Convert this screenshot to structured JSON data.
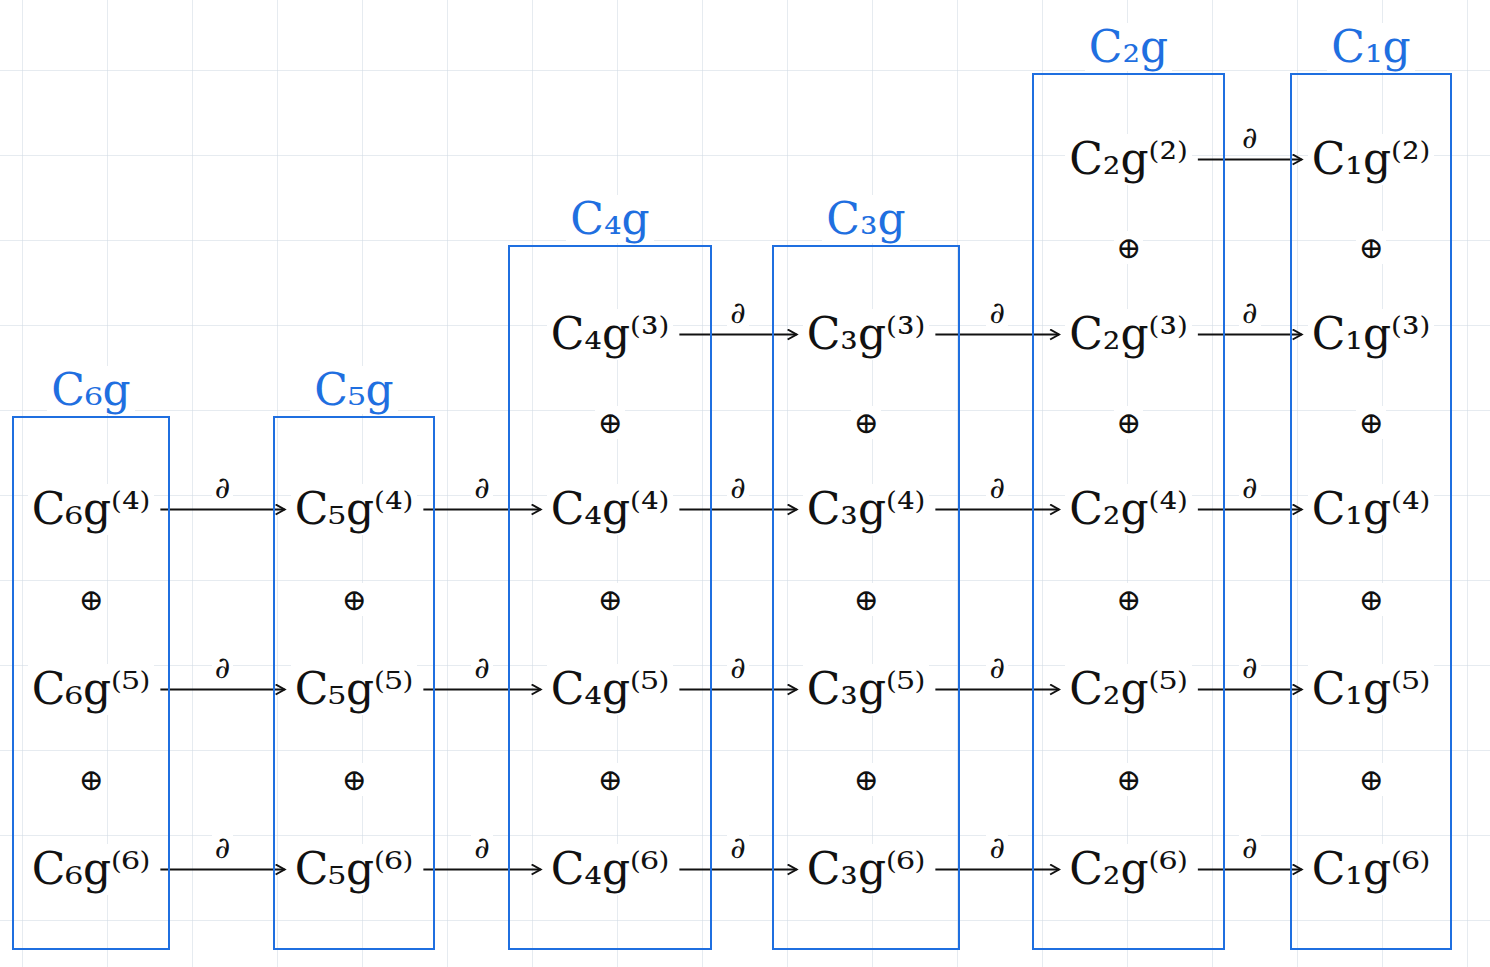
{
  "diagram": {
    "nodes": [
      {
        "text": [
          "C₆g"
        ]
      },
      {
        "text": [
          "C₆g⁽⁴⁾"
        ],
        "in": 0
      },
      {
        "text": [
          "C₆g⁽⁵⁾"
        ],
        "in": 0
      },
      {
        "text": [
          "C₆g⁽⁶⁾"
        ],
        "in": 0
      },
      {
        "text": [
          "C₅g"
        ]
      },
      {
        "text": [
          "C₅g⁽⁴⁾"
        ],
        "in": 4
      },
      {
        "text": [
          "C₅g⁽⁵⁾"
        ],
        "in": 4
      },
      {
        "text": [
          "C₅g⁽⁶⁾"
        ],
        "in": 4
      },
      {
        "text": [
          "C₄g"
        ]
      },
      {
        "text": [
          "C₄g⁽³⁾"
        ],
        "in": 8
      },
      {
        "text": [
          "C₄g⁽⁴⁾"
        ],
        "in": 8
      },
      {
        "text": [
          "C₄g⁽⁵⁾"
        ],
        "in": 8
      },
      {
        "text": [
          "C₄g⁽⁶⁾"
        ],
        "in": 8
      },
      {
        "text": [
          "C₃g"
        ]
      },
      {
        "text": [
          "C₃g⁽³⁾"
        ],
        "in": 13
      },
      {
        "text": [
          "C₃g⁽⁴⁾"
        ],
        "in": 13
      },
      {
        "text": [
          "C₃g⁽⁵⁾"
        ],
        "in": 13
      },
      {
        "text": [
          "C₃g⁽⁶⁾"
        ],
        "in": 13
      },
      {
        "text": [
          "C₂g"
        ]
      },
      {
        "text": [
          "C₂g⁽²⁾"
        ],
        "in": 18
      },
      {
        "text": [
          "C₂g⁽³⁾"
        ],
        "in": 18
      },
      {
        "text": [
          "C₂g⁽⁴⁾"
        ],
        "in": 18
      },
      {
        "text": [
          "C₂g⁽⁵⁾"
        ],
        "in": 18
      },
      {
        "text": [
          "C₂g⁽⁶⁾"
        ],
        "in": 18
      },
      {
        "text": [
          "C₁g"
        ]
      },
      {
        "text": [
          "C₁g⁽²⁾"
        ],
        "in": 24
      },
      {
        "text": [
          "C₁g⁽³⁾"
        ],
        "in": 24
      },
      {
        "text": [
          "C₁g⁽⁴⁾"
        ],
        "in": 24
      },
      {
        "text": [
          "C₁g⁽⁵⁾"
        ],
        "in": 24
      },
      {
        "text": [
          "C₁g⁽⁶⁾"
        ],
        "in": 24
      }
    ],
    "edges": [
      {
        "from": 1,
        "to": 5,
        "label": "∂",
        "arrow": "to"
      },
      {
        "from": 5,
        "to": 10,
        "label": "∂",
        "arrow": "to"
      },
      {
        "from": 10,
        "to": 15,
        "label": "∂",
        "arrow": "to"
      },
      {
        "from": 15,
        "to": 21,
        "label": "∂",
        "arrow": "to"
      },
      {
        "from": 21,
        "to": 27,
        "label": "∂",
        "arrow": "to"
      },
      {
        "from": 2,
        "to": 6,
        "label": "∂",
        "arrow": "to"
      },
      {
        "from": 6,
        "to": 11,
        "label": "∂",
        "arrow": "to"
      },
      {
        "from": 11,
        "to": 16,
        "label": "∂",
        "arrow": "to"
      },
      {
        "from": 16,
        "to": 22,
        "label": "∂",
        "arrow": "to"
      },
      {
        "from": 22,
        "to": 28,
        "label": "∂",
        "arrow": "to"
      },
      {
        "from": 3,
        "to": 7,
        "label": "∂",
        "arrow": "to"
      },
      {
        "from": 7,
        "to": 12,
        "label": "∂",
        "arrow": "to"
      },
      {
        "from": 12,
        "to": 17,
        "label": "∂",
        "arrow": "to"
      },
      {
        "from": 17,
        "to": 23,
        "label": "∂",
        "arrow": "to"
      },
      {
        "from": 23,
        "to": 29,
        "label": "∂",
        "arrow": "to"
      },
      {
        "from": 9,
        "to": 14,
        "label": "∂",
        "arrow": "to"
      },
      {
        "from": 14,
        "to": 20,
        "label": "∂",
        "arrow": "to"
      },
      {
        "from": 20,
        "to": 26,
        "label": "∂",
        "arrow": "to"
      },
      {
        "from": 19,
        "to": 25,
        "label": "∂",
        "arrow": "to"
      }
    ],
    "labels": [
      "⊕",
      "⊕",
      "⊕",
      "⊕",
      "⊕",
      "⊕",
      "⊕",
      "⊕",
      "⊕",
      "⊕",
      "⊕",
      "⊕",
      "⊕",
      "⊕",
      "⊕",
      "⊕",
      "⊕",
      "⊕"
    ]
  }
}
